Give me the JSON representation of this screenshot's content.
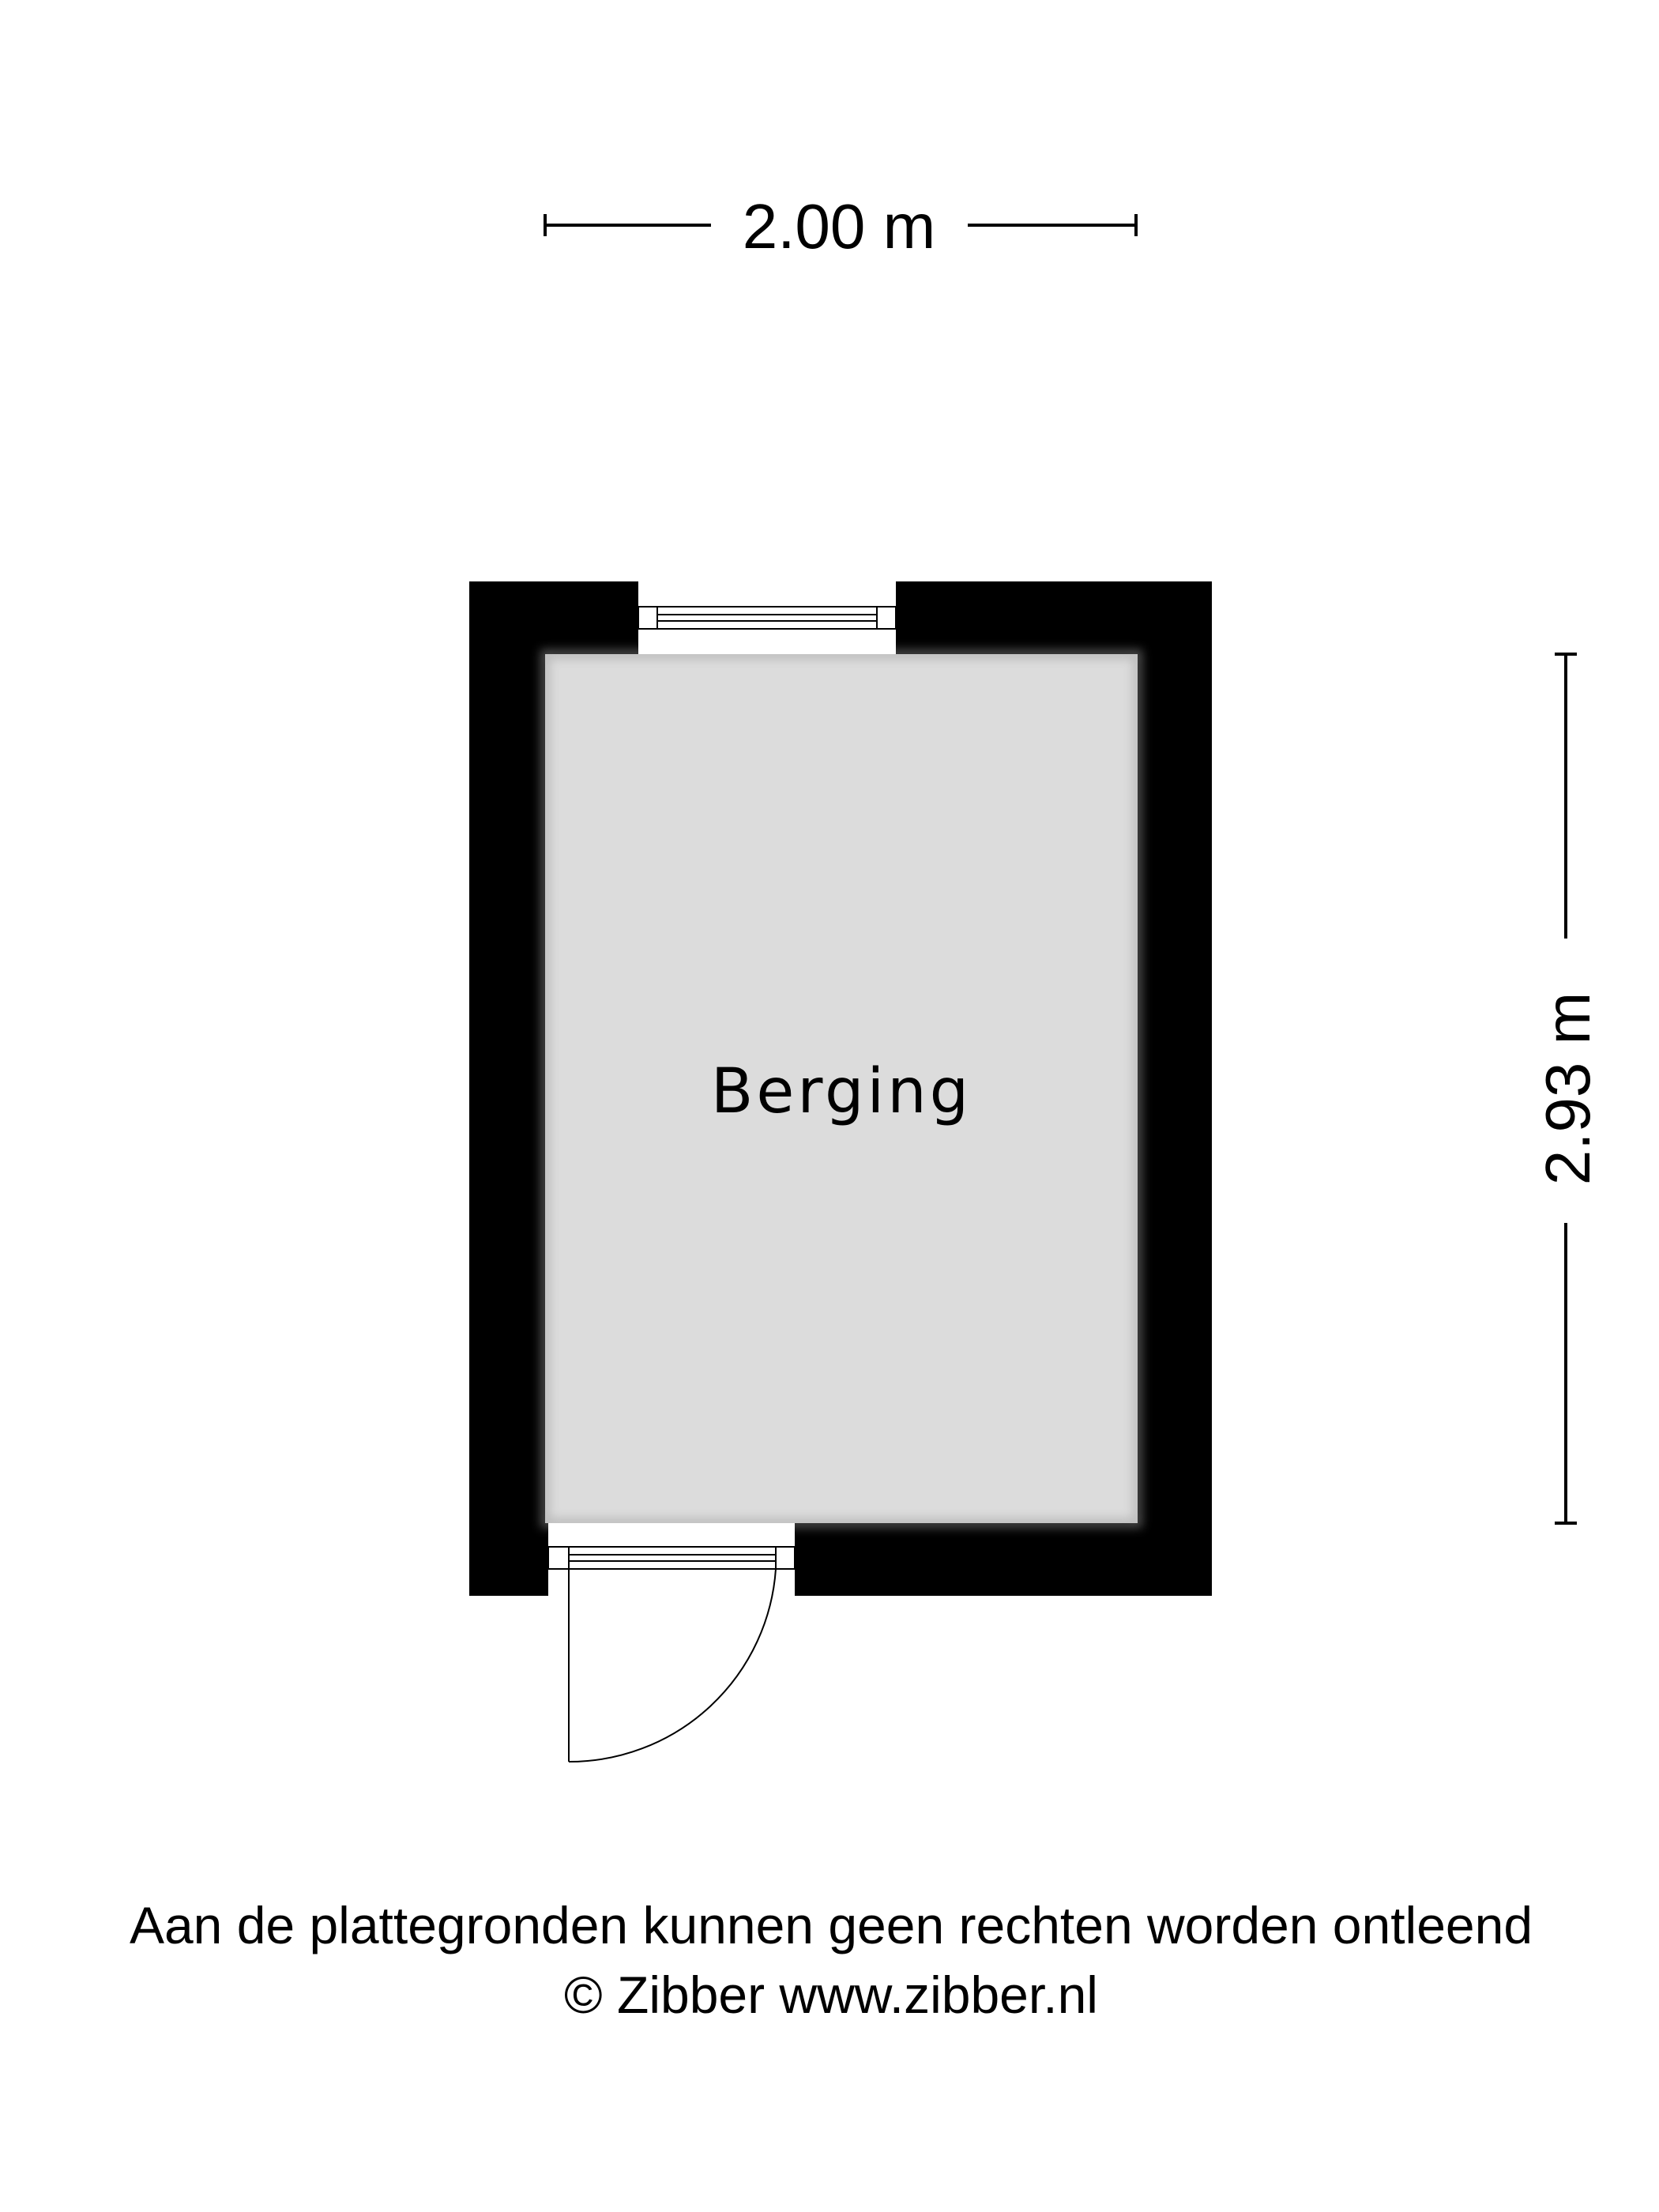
{
  "dimensions": {
    "width_label": "2.00 m",
    "height_label": "2.93 m"
  },
  "room": {
    "name": "Berging"
  },
  "footer": {
    "disclaimer": "Aan de plattegronden kunnen geen rechten worden ontleend",
    "copyright": "© Zibber www.zibber.nl"
  },
  "colors": {
    "wall": "#000000",
    "floor": "#dcdcdc",
    "background": "#ffffff"
  }
}
